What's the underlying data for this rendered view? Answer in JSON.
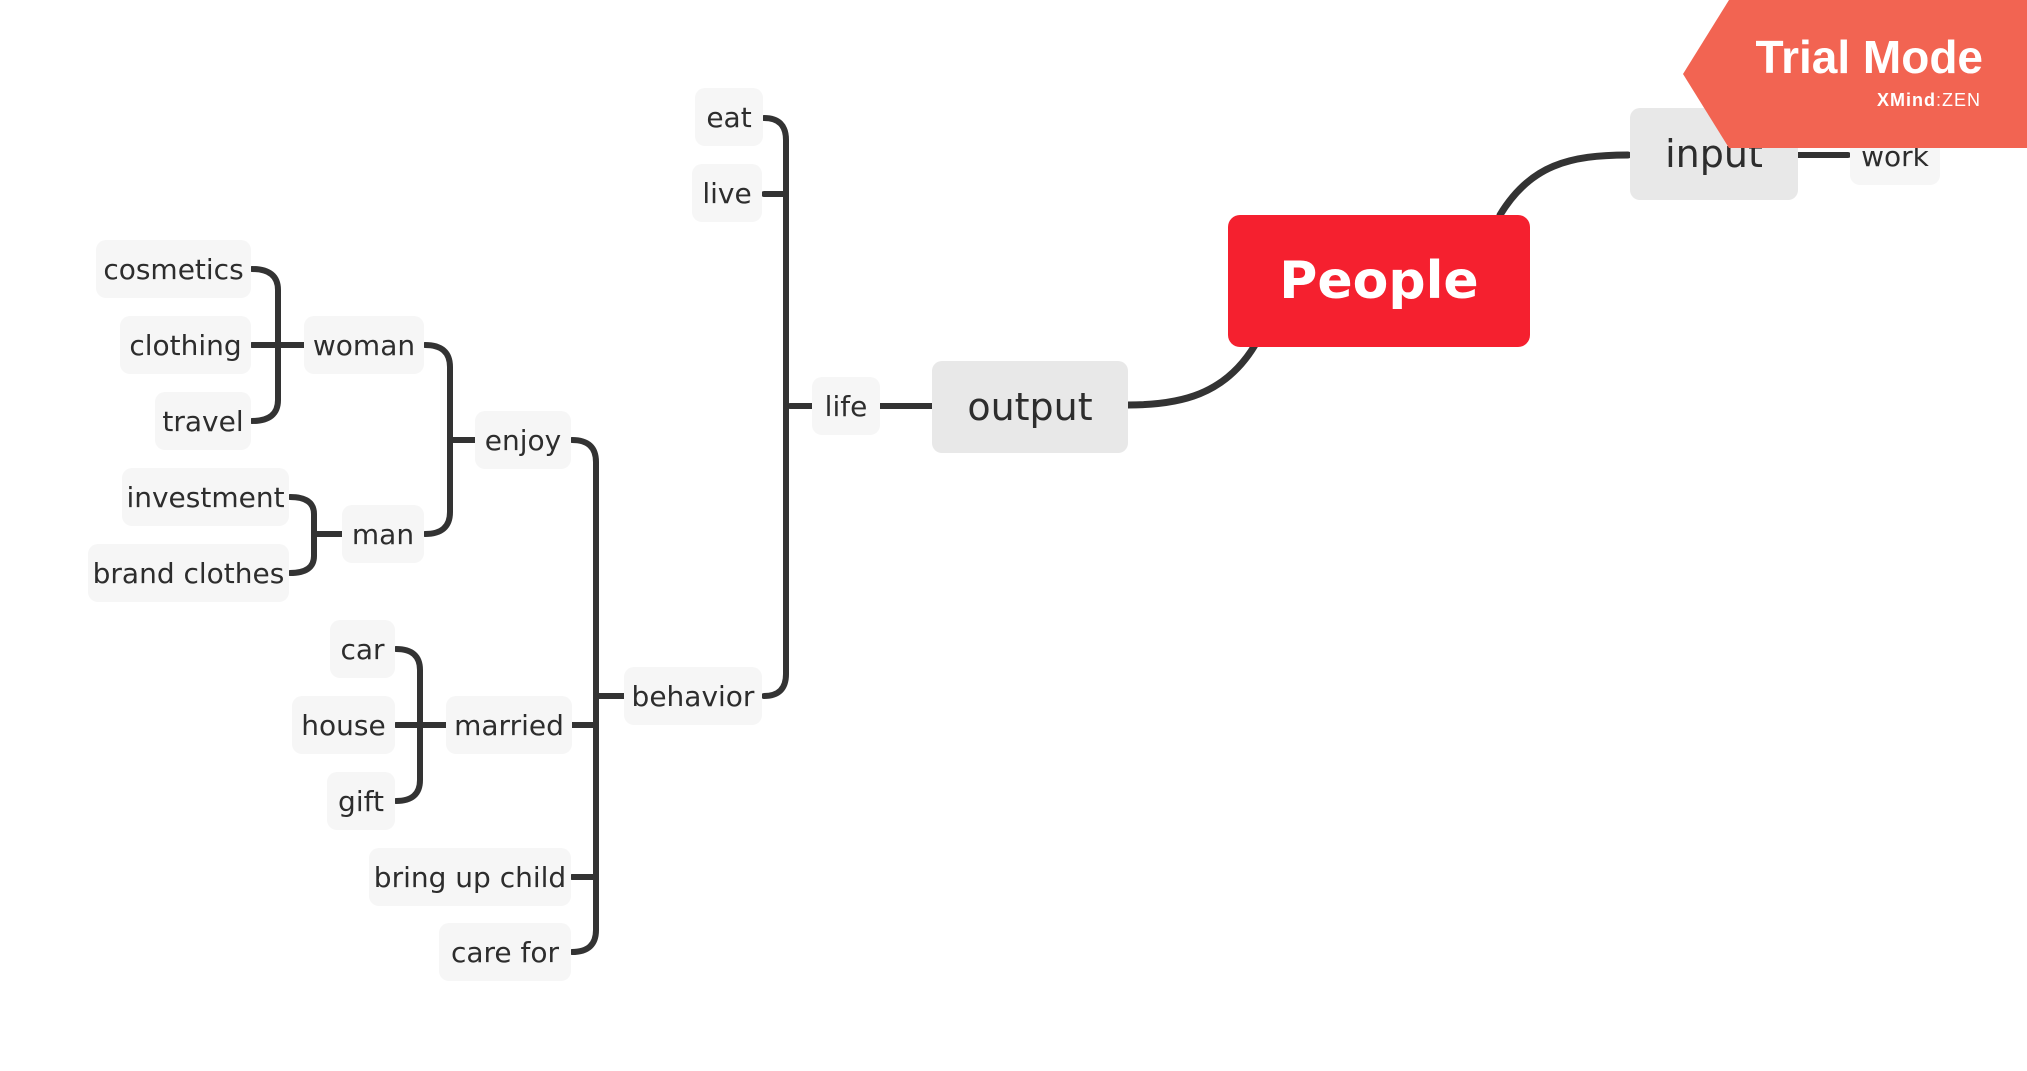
{
  "root": {
    "label": "People",
    "color": "#f5202f"
  },
  "branches": {
    "input": {
      "label": "input",
      "children": {
        "work": "work"
      }
    },
    "output": {
      "label": "output",
      "life": {
        "label": "life",
        "eat": "eat",
        "live": "live",
        "behavior": {
          "label": "behavior",
          "enjoy": {
            "label": "enjoy",
            "woman": {
              "label": "woman",
              "cosmetics": "cosmetics",
              "clothing": "clothing",
              "travel": "travel"
            },
            "man": {
              "label": "man",
              "investment": "investment",
              "brand_clothes": "brand clothes"
            }
          },
          "married": {
            "label": "married",
            "car": "car",
            "house": "house",
            "gift": "gift"
          },
          "bring_up_child": "bring up child",
          "care_for": "care for"
        }
      }
    }
  },
  "watermark": {
    "title": "Trial Mode",
    "brand": "XMind",
    "separator": ":",
    "product": "ZEN",
    "color": "#f26452"
  }
}
